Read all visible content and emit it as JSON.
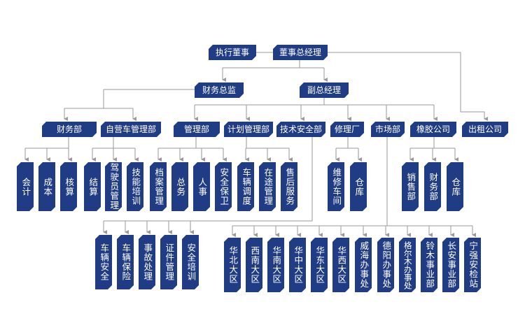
{
  "nodes": {
    "executive_director": "执行董事",
    "general_manager": "董事总经理",
    "finance_director": "财务总监",
    "deputy_gm": "副总经理",
    "finance_dept": "财务部",
    "fleet_dept": "自营车管理部",
    "admin_dept": "管理部",
    "planning_dept": "计划管理部",
    "tech_safety_dept": "技术安全部",
    "repair_plant": "修理厂",
    "market_dept": "市场部",
    "rubber_company": "橡胶公司",
    "taxi_company": "出租公司",
    "accounting": "会计",
    "cost": "成本",
    "audit_calc": "核算",
    "settlement": "结算",
    "driver_mgmt": "驾驶员管理",
    "skill_training": "技能培训",
    "archives_mgmt": "档案管理",
    "general_affairs": "总务",
    "personnel": "人事",
    "security": "安全保卫",
    "vehicle_dispatch": "车辆调度",
    "in_transit_mgmt": "在途管理",
    "after_sales": "售后服务",
    "repair_workshop": "维修车间",
    "warehouse_repair": "仓库",
    "sales_dept": "销售部",
    "rubber_finance_dept": "财务部",
    "warehouse_rubber": "仓库",
    "vehicle_safety": "车辆安全",
    "vehicle_insurance": "车辆保险",
    "accident_handling": "事故处理",
    "certificate_mgmt": "证件管理",
    "safety_training": "安全培训",
    "north_china": "华北大区",
    "southwest": "西南大区",
    "south_china": "华南大区",
    "central_china": "华中大区",
    "east_china": "华东大区",
    "northwest": "华西大区",
    "weihai_office": "威海办事处",
    "deyang_office": "德阳办事处",
    "golmud_office": "格尔木办事处",
    "lingmu_division": "铃木事业部",
    "changan_division": "长安事业部",
    "ningqiang_station": "宁强安检站"
  },
  "colors": {
    "node_fill": "#1f3c84",
    "node_text": "#ffffff",
    "connector": "#9a9a9a"
  }
}
